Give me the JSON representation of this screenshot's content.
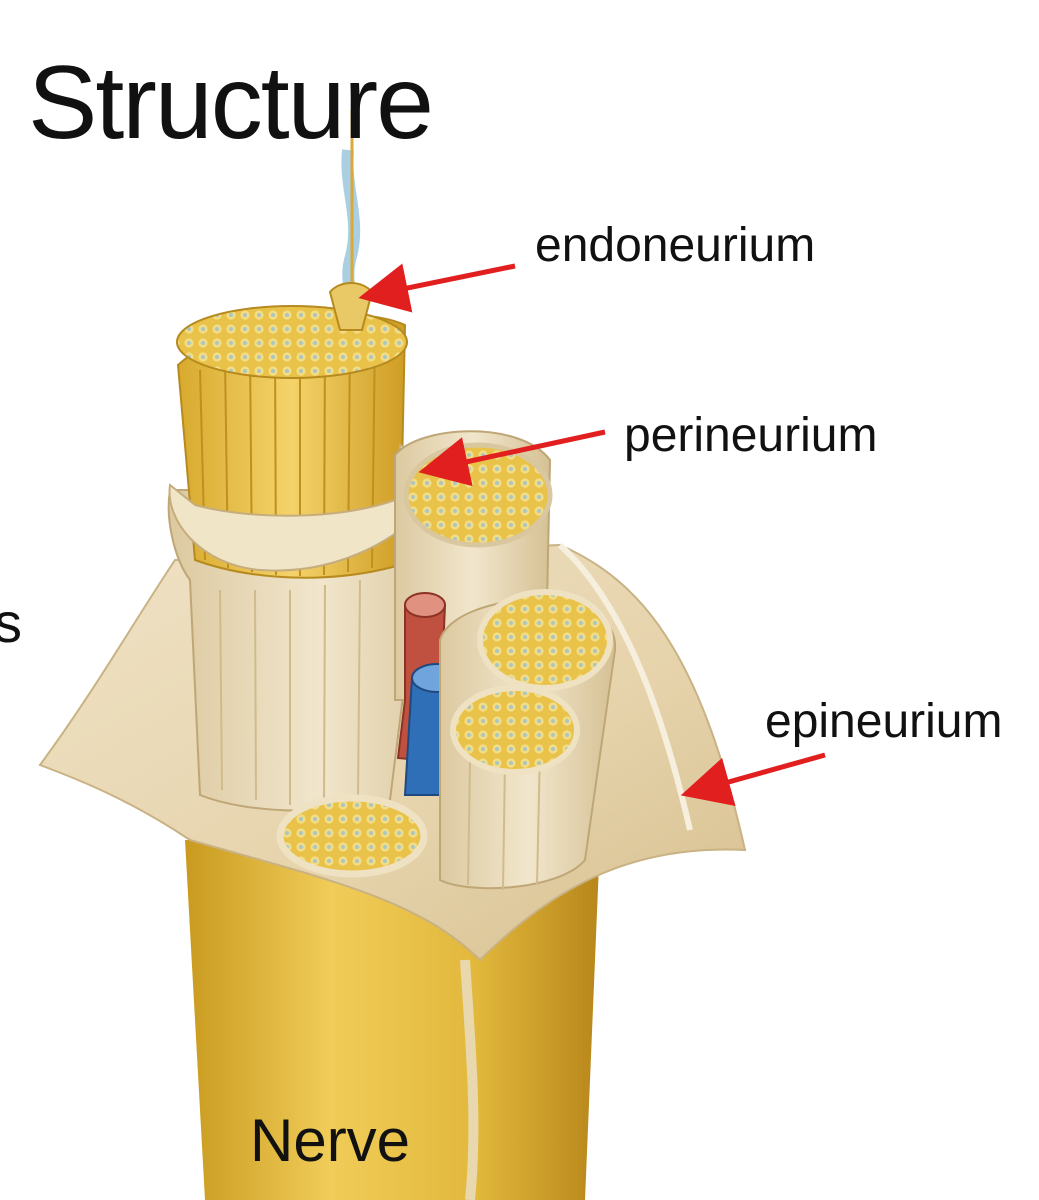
{
  "title": "Structure",
  "labels": {
    "endoneurium": "endoneurium",
    "perineurium": "perineurium",
    "epineurium": "epineurium",
    "nerve": "Nerve",
    "cut_off": "s"
  },
  "colors": {
    "arrow": "#e21f1f",
    "nerve_yellow": "#e3bb3e",
    "connective_tissue": "#ead9b7",
    "artery": "#c0503f",
    "vein": "#2f6fb8",
    "axon": "#a9cfe0"
  }
}
